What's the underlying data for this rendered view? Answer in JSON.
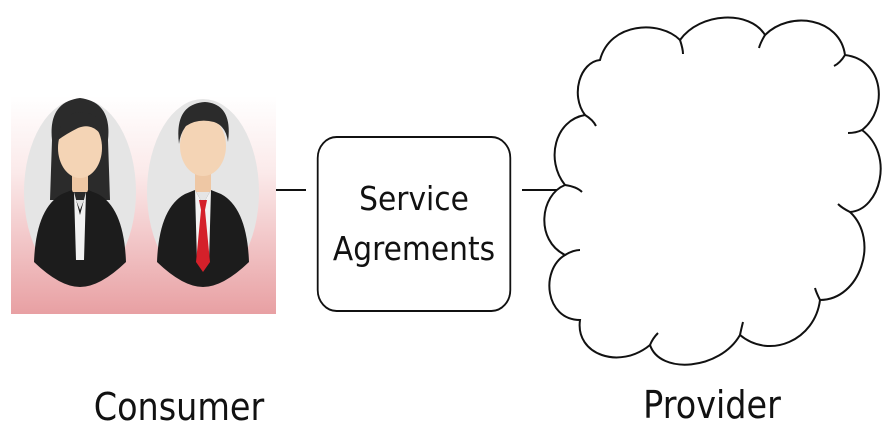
{
  "box": {
    "line1": "Service",
    "line2": "Agrements"
  },
  "labels": {
    "consumer": "Consumer",
    "provider": "Provider"
  },
  "colors": {
    "consumer_bg_top": "#ffffff",
    "consumer_bg_bottom": "#e8a0a3",
    "avatar_circle": "#e5e5e5",
    "skin": "#f4d4b5",
    "hair": "#2b2b2b",
    "suit": "#1c1c1c",
    "tie": "#d4202a"
  },
  "icons": [
    "woman-avatar-icon",
    "man-avatar-icon",
    "cloud-icon"
  ]
}
